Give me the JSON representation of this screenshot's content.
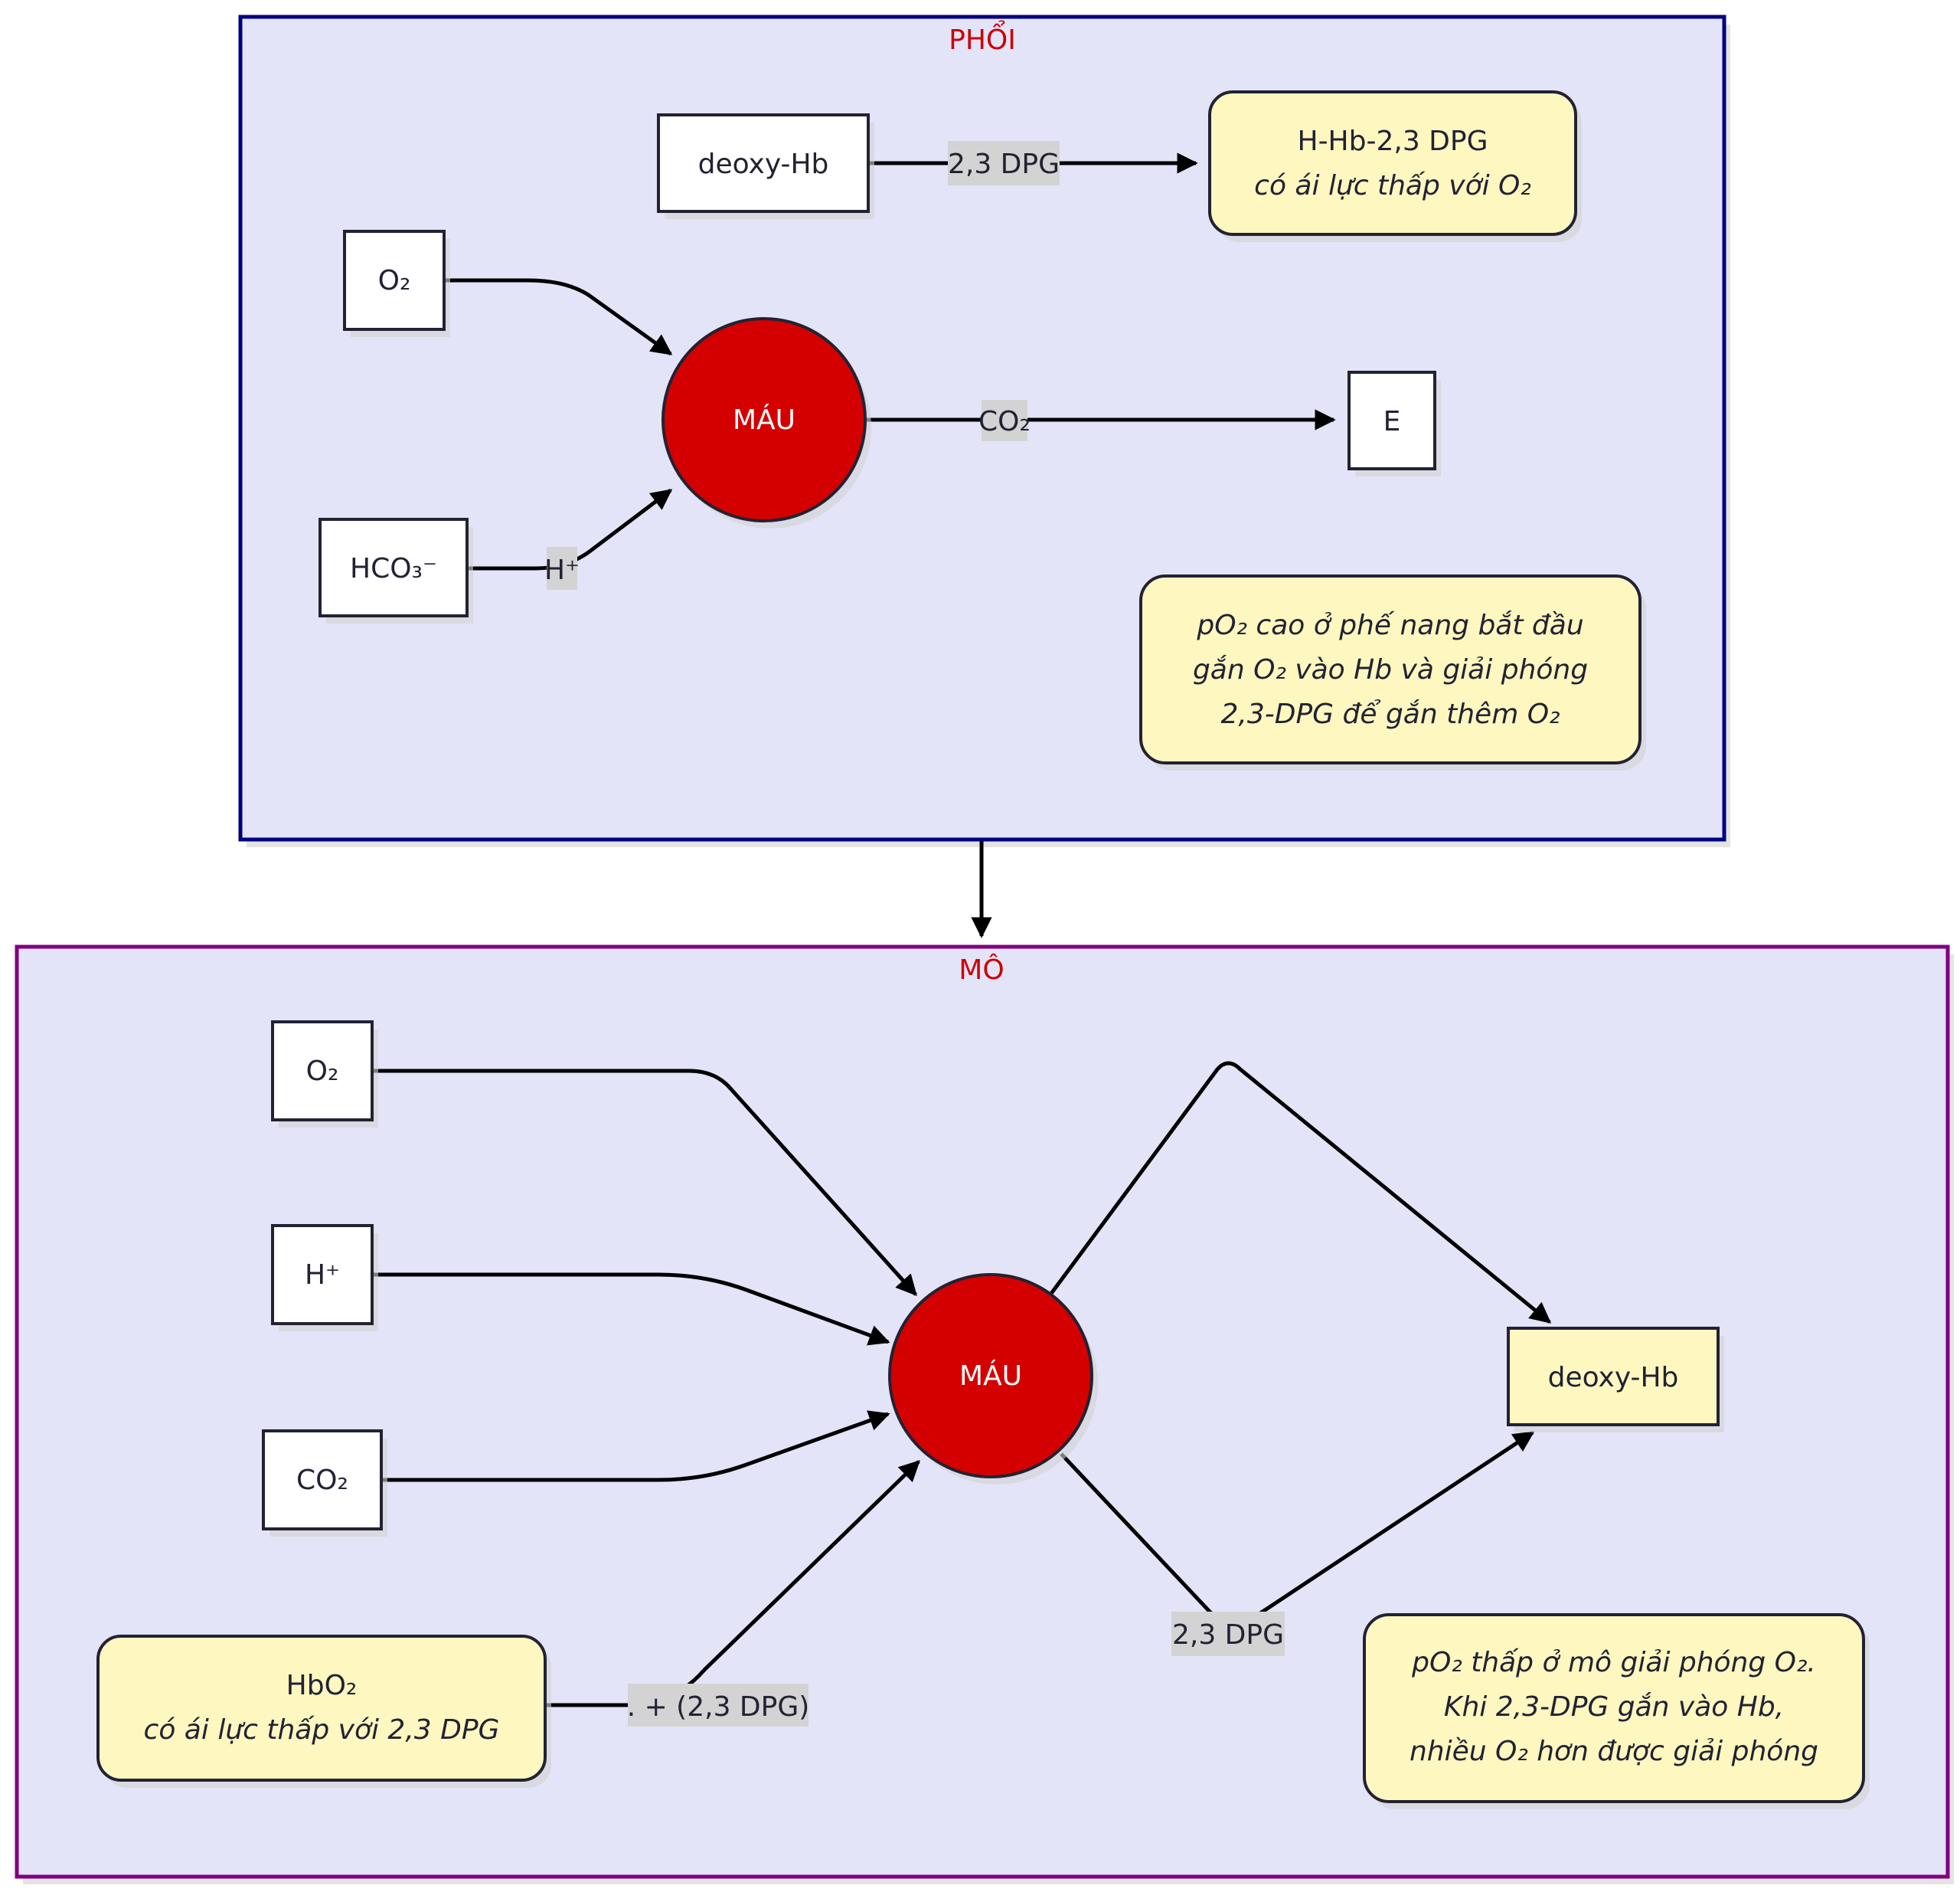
{
  "clusters": {
    "phoi": {
      "title": "PHỔI"
    },
    "mo": {
      "title": "MÔ"
    }
  },
  "phoi": {
    "deoxy_hb": "deoxy-Hb",
    "edge_dpg": "2,3 DPG",
    "hhb_line1": "H-Hb-2,3 DPG",
    "hhb_line2": "có ái lực thấp với O₂",
    "o2": "O₂",
    "blood": "MÁU",
    "edge_co2": "CO₂",
    "e": "E",
    "hco3": "HCO₃⁻",
    "edge_h": "H⁺",
    "note_line1": "pO₂ cao ở phế nang bắt đầu",
    "note_line2": "gắn O₂ vào Hb và giải phóng",
    "note_line3": "2,3-DPG để gắn thêm O₂"
  },
  "mo": {
    "o2": "O₂",
    "h": "H⁺",
    "co2": "CO₂",
    "hbo2_line1": "HbO₂",
    "hbo2_line2": "có ái lực thấp với 2,3 DPG",
    "edge_hbo2": ". + (2,3 DPG)",
    "blood": "MÁU",
    "deoxy_hb": "deoxy-Hb",
    "edge_dpg": "2,3 DPG",
    "note_line1": "pO₂ thấp ở mô giải phóng O₂.",
    "note_line2": "Khi 2,3-DPG gắn vào Hb,",
    "note_line3": "nhiều O₂ hơn được giải phóng"
  },
  "colors": {
    "cluster_fill": "#e4e4f8",
    "phoi_border": "#000080",
    "mo_border": "#800080",
    "blood": "#d40000",
    "note": "#fff7c0",
    "title": "#cc0000"
  }
}
